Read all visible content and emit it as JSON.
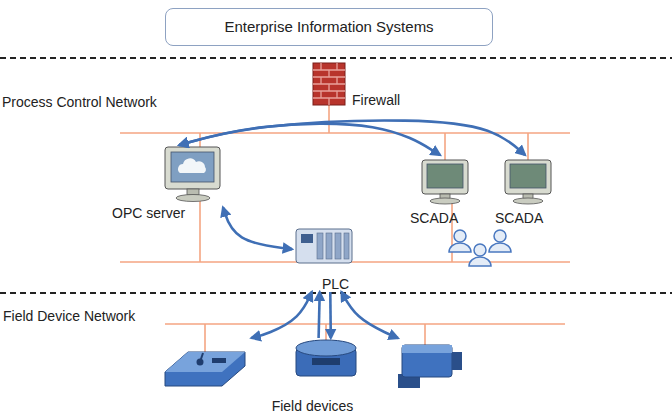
{
  "diagram": {
    "nodes": [
      {
        "text": [
          "Enterprise Information Systems"
        ]
      },
      {
        "text": [
          "Firewall"
        ]
      },
      {
        "text": [
          "OPC server"
        ]
      },
      {
        "text": [
          "SCADA"
        ]
      },
      {
        "text": [
          "SCADA"
        ]
      },
      {
        "text": [
          "PLC"
        ]
      },
      {
        "text": [
          "Field devices"
        ]
      }
    ],
    "edges": [
      {
        "from": 2,
        "to": 3,
        "arrow": "both"
      },
      {
        "from": 2,
        "to": 4,
        "arrow": "both"
      },
      {
        "from": 2,
        "to": 5,
        "arrow": "both"
      },
      {
        "from": 5,
        "to": 6,
        "arrow": "both"
      },
      {
        "from": 6,
        "to": 5,
        "arrow": "to"
      },
      {
        "from": 5,
        "to": 6,
        "arrow": "to"
      },
      {
        "from": 5,
        "to": 6,
        "arrow": "both"
      }
    ],
    "labels": [
      "Process Control Network",
      "Field Device Network"
    ]
  }
}
